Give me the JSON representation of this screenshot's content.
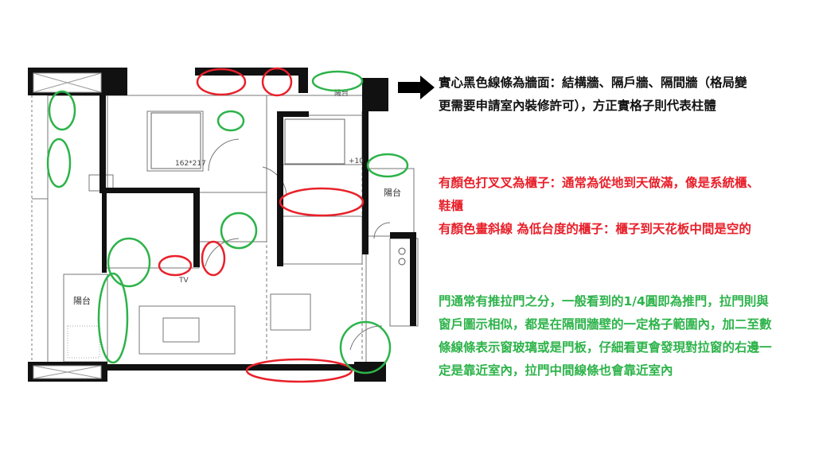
{
  "notes": {
    "walls": "實心黑色線條為牆面：結構牆、隔戶牆、隔間牆（格局變更需要申請室內裝修許可），方正實格子則代表柱體",
    "cabinets_full": "有顏色打叉叉為櫃子：通常為從地到天做滿，像是系統櫃、鞋櫃",
    "cabinets_low": "有顏色畫斜線  為低台度的櫃子：櫃子到天花板中間是空的",
    "doors": "門通常有推拉門之分，一般看到的1/4圓即為推門，拉門則與窗戶圖示相似，都是在隔間牆壁的一定格子範圍內，加二至數條線條表示窗玻璃或是門板，仔細看更會發現對拉窗的右邊一定是靠近室內，拉門中間線條也會靠近室內"
  },
  "floor_plan": {
    "balcony_right": "陽台",
    "balcony_left": "陽台",
    "balcony_top": "陽台",
    "bed_size": "162*217",
    "level_mark": "+10",
    "tv_label": "TV"
  },
  "colors": {
    "wall": "#111111",
    "cabinet_highlight": "#e8202a",
    "door_highlight": "#2db34a"
  }
}
